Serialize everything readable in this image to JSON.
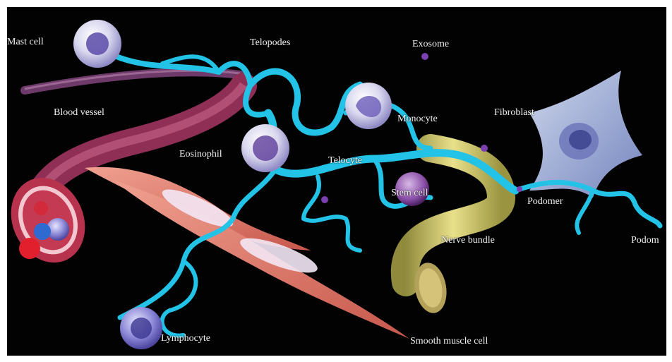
{
  "labels": {
    "mast_cell": "Mast cell",
    "telopodes": "Telopodes",
    "exosome": "Exosome",
    "blood_vessel": "Blood vessel",
    "monocyte": "Monocyte",
    "fibroblast": "Fibroblast",
    "eosinophil": "Eosinophil",
    "telocyte": "Telocyte",
    "stem_cell": "Stem cell",
    "podomer": "Podomer",
    "nerve_bundle": "Nerve bundle",
    "podom": "Podom",
    "lymphocyte": "Lymphocyte",
    "smooth_muscle_cell": "Smooth muscle cell"
  },
  "colors": {
    "background": "#020203",
    "telopode": "#22c3e6",
    "vessel": "#a13a62",
    "muscle": "#e07a6b",
    "nerve": "#d9cf74",
    "fibroblast": "#a9b8e6",
    "exosome": "#7b3fb0",
    "label": "#f2f2f2"
  }
}
